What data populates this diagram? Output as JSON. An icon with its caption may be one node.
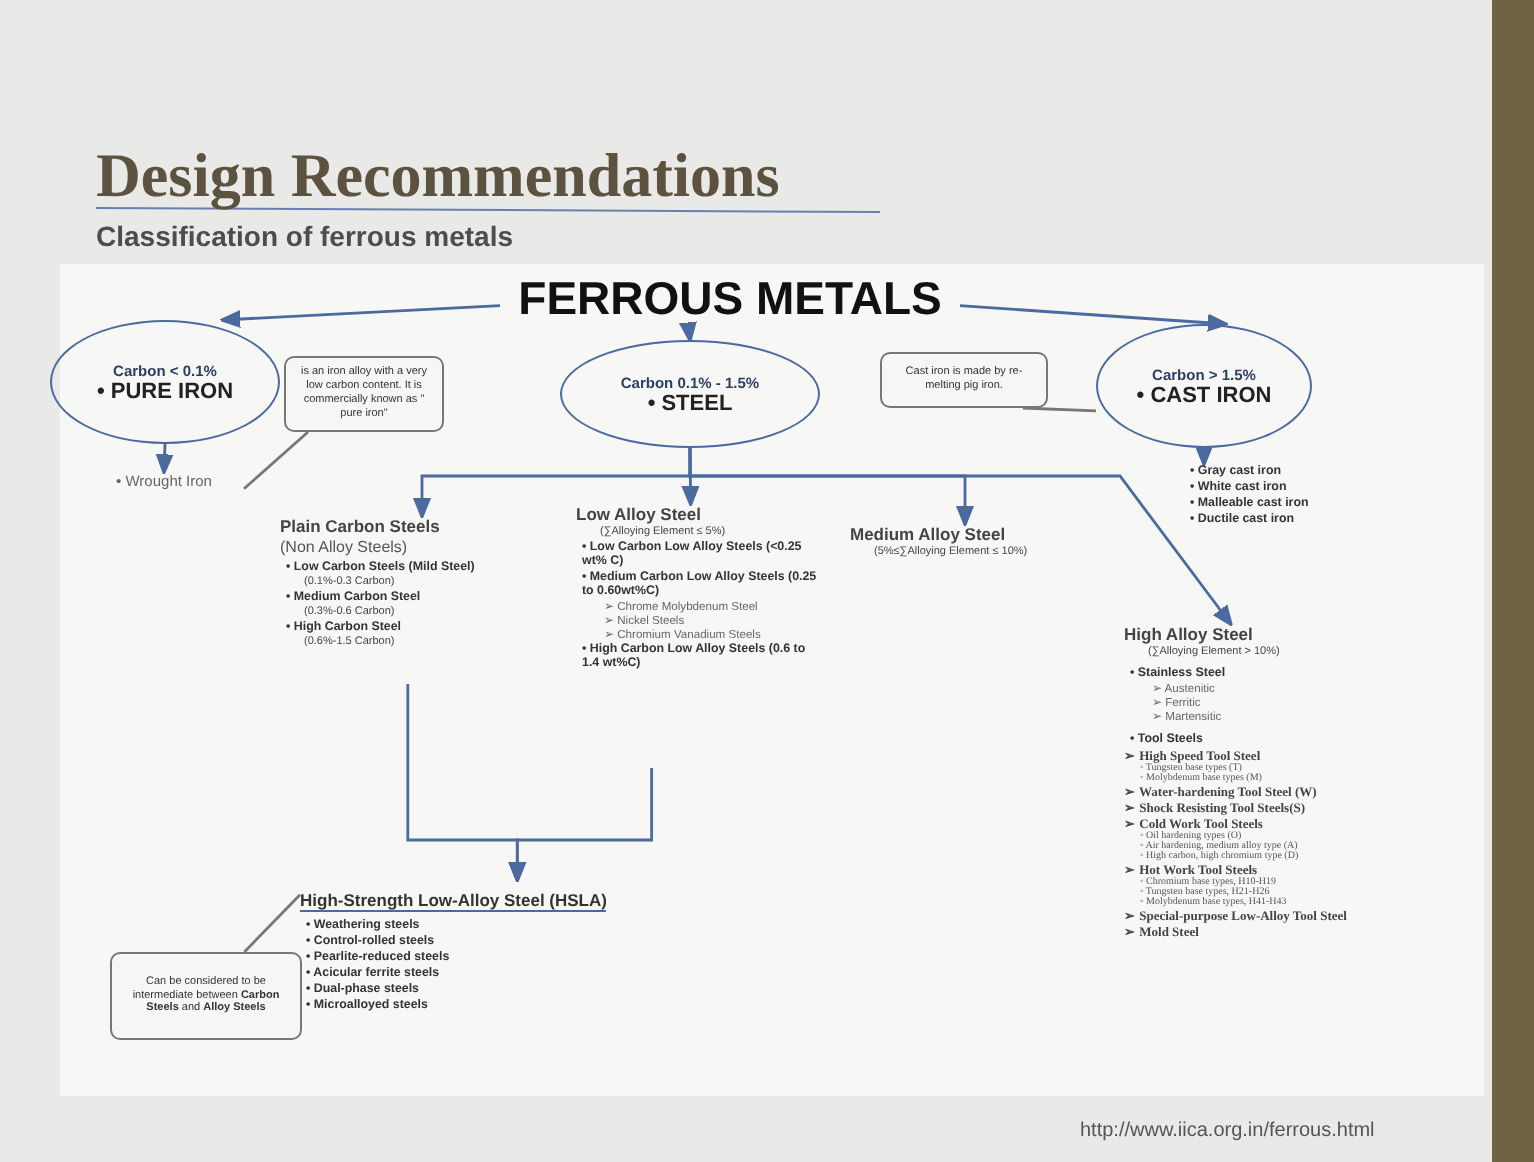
{
  "diagram": {
    "title": "Design Recommendations",
    "nodes": [
      {
        "text": [
          "FERROUS METALS"
        ]
      },
      {
        "text": [
          "Carbon < 0.1%",
          "• PURE IRON"
        ]
      },
      {
        "text": [
          "• Wrought Iron"
        ]
      },
      {
        "text": [
          "is an iron alloy with a very low carbon content. It is commercially known as \" pure iron\""
        ]
      },
      {
        "text": [
          "Carbon 0.1% - 1.5%",
          "• STEEL"
        ]
      },
      {
        "text": [
          "Cast iron is made by re-melting pig iron."
        ]
      },
      {
        "text": [
          "Carbon > 1.5%",
          "• CAST IRON"
        ]
      },
      {
        "text": [
          "• Gray cast iron",
          "• White cast iron",
          "• Malleable cast iron",
          "• Ductile cast iron"
        ]
      },
      {
        "text": [
          "Plain Carbon Steels",
          "(Non Alloy Steels)",
          "• Low Carbon Steels (Mild Steel)",
          "(0.1%-0.3 Carbon)",
          "• Medium Carbon Steel",
          "(0.3%-0.6 Carbon)",
          "• High Carbon Steel",
          "(0.6%-1.5 Carbon)"
        ]
      },
      {
        "text": [
          "Low Alloy Steel",
          "(∑Alloying Element ≤ 5%)",
          "• Low Carbon Low Alloy Steels (<0.25 wt% C)",
          "• Medium Carbon Low Alloy Steels (0.25 to 0.60wt%C)",
          "➢ Chrome Molybdenum Steel",
          "➢ Nickel Steels",
          "➢ Chromium Vanadium Steels",
          "• High Carbon Low Alloy Steels (0.6 to 1.4 wt%C)"
        ]
      },
      {
        "text": [
          "Medium Alloy Steel",
          "(5%≤∑Alloying Element ≤ 10%)"
        ]
      },
      {
        "text": [
          "High Alloy Steel",
          "(∑Alloying Element > 10%)",
          "• Stainless Steel",
          "➢ Austenitic",
          "➢ Ferritic",
          "➢ Martensitic",
          "• Tool Steels",
          "➢ High Speed Tool Steel",
          "◦ Tungsten base types (T)",
          "◦ Molybdenum base types (M)",
          "➢ Water-hardening Tool Steel (W)",
          "➢ Shock Resisting Tool Steels(S)",
          "➢ Cold Work Tool Steels",
          "◦ Oil hardening types (O)",
          "◦ Air hardening, medium alloy type (A)",
          "◦ High carbon, high chromium type (D)",
          "➢ Hot Work Tool Steels",
          "◦ Chromium base types, H10-H19",
          "◦ Tungsten base types, H21-H26",
          "◦ Molybdenum base types, H41-H43",
          "➢ Special-purpose Low-Alloy Tool Steel",
          "➢ Mold Steel"
        ]
      },
      {
        "text": [
          "High-Strength Low-Alloy Steel (HSLA)",
          "• Weathering steels",
          "• Control-rolled steels",
          "• Pearlite-reduced steels",
          "• Acicular ferrite steels",
          "• Dual-phase steels",
          "• Microalloyed steels"
        ]
      },
      {
        "text": [
          "Can be considered to be intermediate between **Carbon Steels** and **Alloy Steels**"
        ]
      }
    ],
    "edges": [
      {
        "from": 0,
        "to": 1,
        "arrow": "to"
      },
      {
        "from": 0,
        "to": 4,
        "arrow": "to"
      },
      {
        "from": 0,
        "to": 6,
        "arrow": "to"
      },
      {
        "from": 1,
        "to": 2,
        "arrow": "to"
      },
      {
        "from": 3,
        "to": 2,
        "arrow": "none"
      },
      {
        "from": 5,
        "to": 6,
        "arrow": "none"
      },
      {
        "from": 6,
        "to": 7,
        "arrow": "to"
      },
      {
        "from": 4,
        "to": 8,
        "arrow": "to"
      },
      {
        "from": 4,
        "to": 9,
        "arrow": "to"
      },
      {
        "from": 4,
        "to": 10,
        "arrow": "to"
      },
      {
        "from": 4,
        "to": 11,
        "arrow": "to"
      },
      {
        "from": 8,
        "to": 12,
        "arrow": "to"
      },
      {
        "from": 9,
        "to": 12,
        "arrow": "to"
      },
      {
        "from": 13,
        "to": 12,
        "arrow": "none"
      }
    ],
    "labels": [
      "Classification of ferrous metals",
      "http://www.iica.org.in/ferrous.html"
    ]
  }
}
